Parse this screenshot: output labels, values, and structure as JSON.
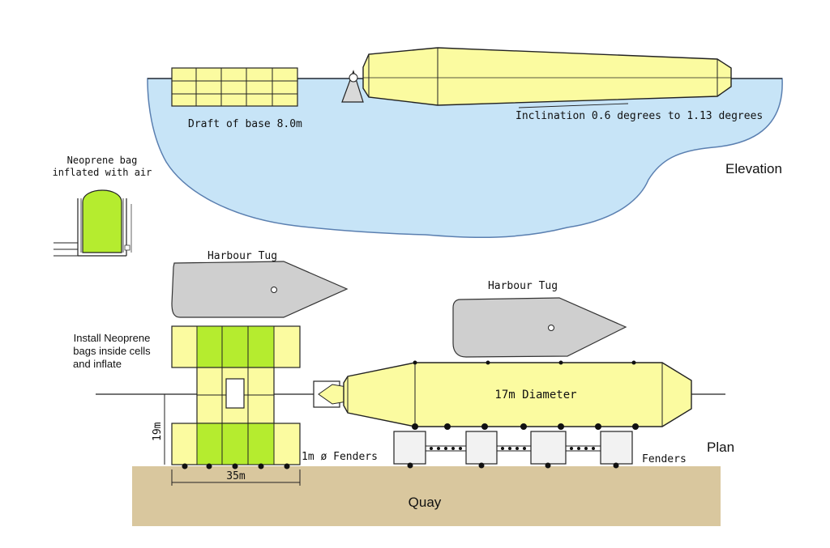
{
  "colors": {
    "water": "#c7e4f7",
    "water_edge": "#5a7fb0",
    "pontoon": "#fbfba0",
    "bag_green": "#b5ec2f",
    "tug": "#cfcfcf",
    "quay": "#d9c79e",
    "fender": "#f2f2f2",
    "line": "#222222"
  },
  "labels": {
    "draft": "Draft of base 8.0m",
    "inclination": "Inclination 0.6 degrees to 1.13 degrees",
    "elevation": "Elevation",
    "neoprene_line1": "Neoprene bag",
    "neoprene_line2": "inflated with air",
    "tug1": "Harbour Tug",
    "tug2": "Harbour Tug",
    "install_line1": "Install Neoprene",
    "install_line2": "bags inside cells",
    "install_line3": "and inflate",
    "diameter": "17m Diameter",
    "dim_19": "19m",
    "dim_35": "35m",
    "fenders_1m": "1m ø Fenders",
    "fenders": "Fenders",
    "plan": "Plan",
    "quay": "Quay"
  }
}
